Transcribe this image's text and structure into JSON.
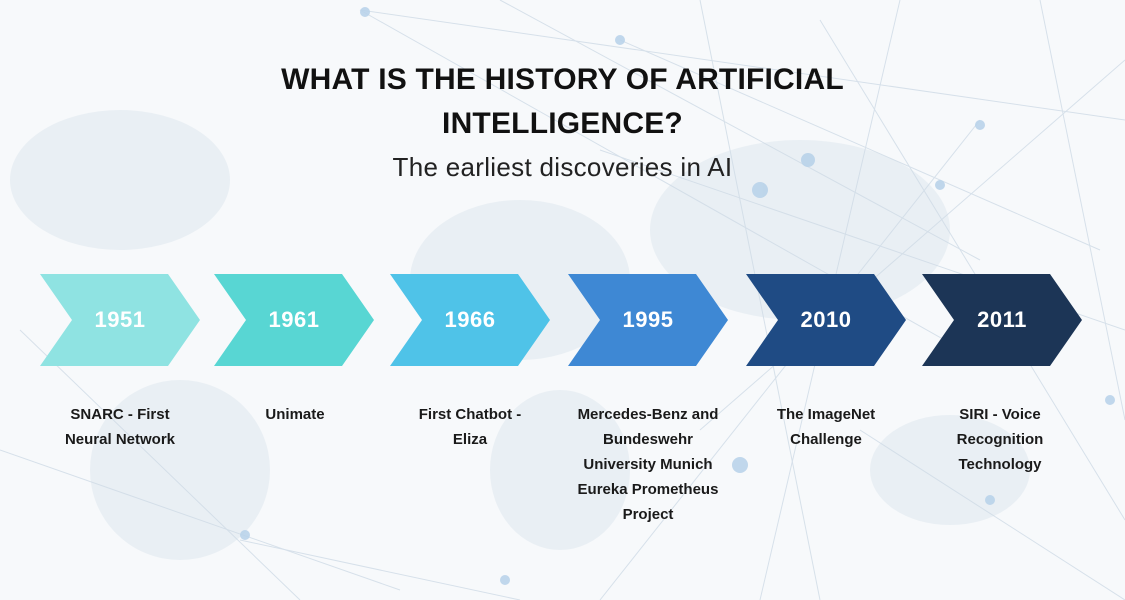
{
  "title_lines": [
    "WHAT IS THE HISTORY OF ARTIFICIAL",
    "INTELLIGENCE?"
  ],
  "subtitle": "The earliest discoveries in AI",
  "milestones": [
    {
      "year": "1951",
      "color": "#8fe3e2",
      "description_lines": [
        "SNARC - First",
        "Neural Network"
      ]
    },
    {
      "year": "1961",
      "color": "#58d6d3",
      "description_lines": [
        "Unimate"
      ]
    },
    {
      "year": "1966",
      "color": "#4fc3e8",
      "description_lines": [
        "First Chatbot -",
        "Eliza"
      ]
    },
    {
      "year": "1995",
      "color": "#3e88d4",
      "description_lines": [
        "Mercedes-Benz and",
        "Bundeswehr",
        "University Munich",
        "Eureka Prometheus",
        "Project"
      ]
    },
    {
      "year": "2010",
      "color": "#1f4b84",
      "description_lines": [
        "The ImageNet",
        "Challenge"
      ]
    },
    {
      "year": "2011",
      "color": "#1c3556",
      "description_lines": [
        "SIRI - Voice",
        "Recognition",
        "Technology"
      ]
    }
  ]
}
